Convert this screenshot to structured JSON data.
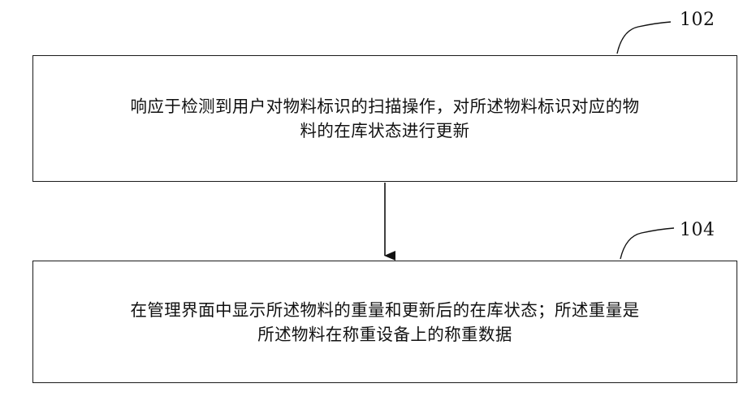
{
  "steps": [
    {
      "id": "102",
      "lines": [
        "响应于检测到用户对物料标识的扫描操作，对所述物料标识对应的物",
        "料的在库状态进行更新"
      ]
    },
    {
      "id": "104",
      "lines": [
        "在管理界面中显示所述物料的重量和更新后的在库状态；所述重量是",
        "所述物料在称重设备上的称重数据"
      ]
    }
  ]
}
